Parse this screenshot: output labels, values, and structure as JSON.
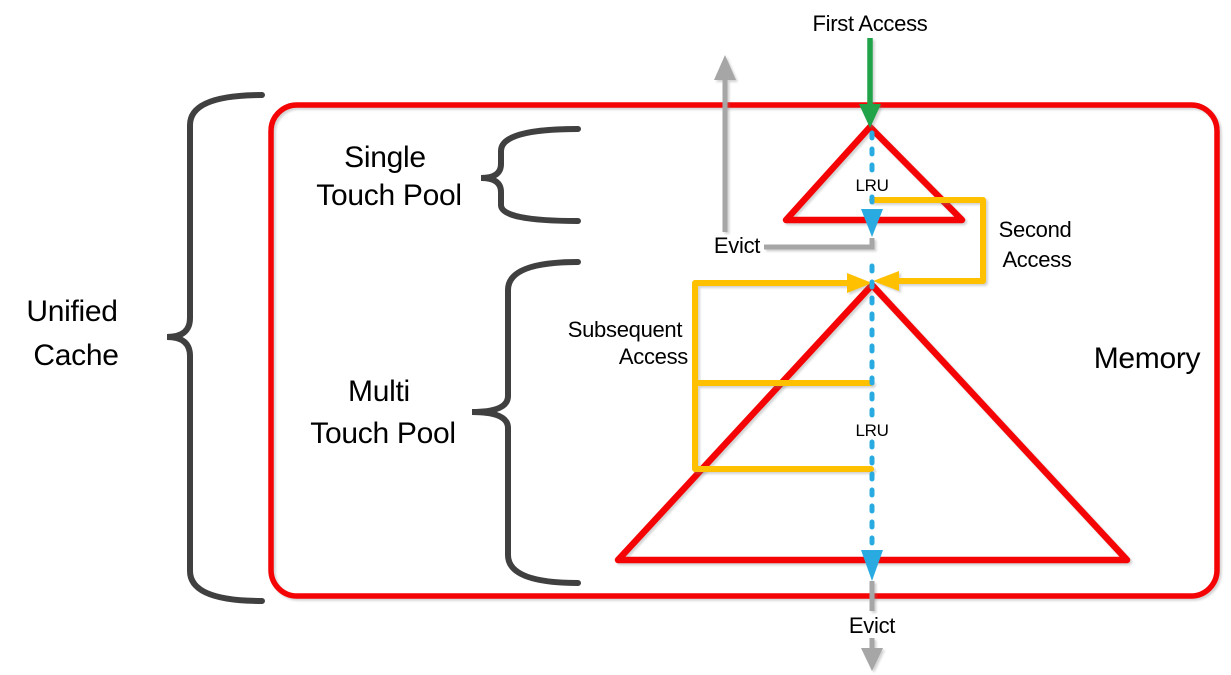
{
  "diagram": {
    "type": "cache-architecture-diagram",
    "labels": {
      "first_access": "First Access",
      "evict_top": "Evict",
      "evict_bottom": "Evict",
      "second_access": {
        "line1": "Second",
        "line2": "Access"
      },
      "subsequent_access": {
        "line1": "Subsequent",
        "line2": "Access"
      },
      "lru_single": "LRU",
      "lru_multi": "LRU",
      "memory": "Memory",
      "unified_cache": {
        "line1": "Unified",
        "line2": "Cache"
      },
      "single_touch_pool": {
        "line1": "Single",
        "line2": "Touch Pool"
      },
      "multi_touch_pool": {
        "line1": "Multi",
        "line2": "Touch Pool"
      }
    },
    "colors": {
      "red": "#f40404",
      "gold": "#ffc000",
      "green": "#21a34a",
      "blue": "#29abe2",
      "gray": "#a6a6a6",
      "brace_gray": "#404040",
      "text": "#000000",
      "background": "#ffffff"
    }
  }
}
